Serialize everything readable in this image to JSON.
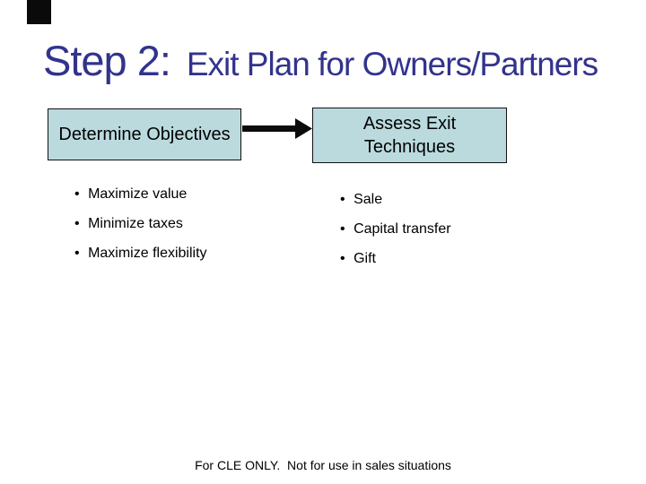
{
  "slide": {
    "title": {
      "step": "Step 2:",
      "subject": "Exit Plan for Owners/Partners"
    },
    "flow": {
      "from_box": {
        "label": "Determine Objectives"
      },
      "to_box": {
        "label": "Assess Exit\nTechniques"
      }
    },
    "bullet_char": "•",
    "objectives": [
      "Maximize value",
      "Minimize taxes",
      "Maximize flexibility"
    ],
    "techniques": [
      "Sale",
      "Capital transfer",
      "Gift"
    ],
    "footer": "For CLE ONLY.  Not for use in sales situations",
    "colors": {
      "background": "#ffffff",
      "title_text": "#32338c",
      "box_fill": "#badade",
      "box_border": "#111111",
      "arrow": "#0b0b0b",
      "body_text": "#000000",
      "corner_artifact": "#0a0a0a"
    }
  }
}
